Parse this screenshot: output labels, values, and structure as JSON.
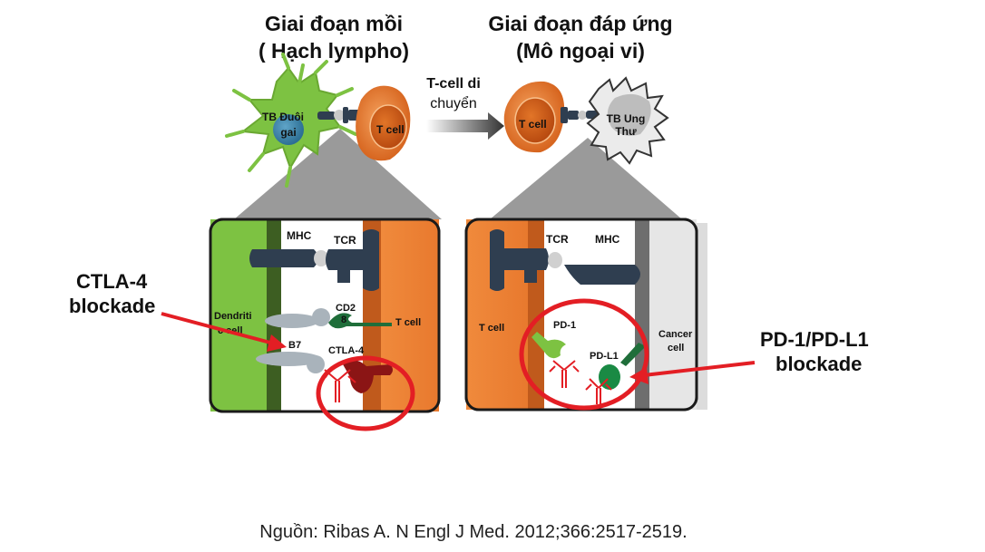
{
  "titles": {
    "priming_line1": "Giai đoạn mồi",
    "priming_line2": "( Hạch lympho)",
    "effector_line1": "Giai đoạn đáp ứng",
    "effector_line2": "(Mô ngoại vi)"
  },
  "top": {
    "dendritic_line1": "TB Đuôi",
    "dendritic_line2": "gai",
    "tcell_left": "T cell",
    "migrate_line1": "T-cell di",
    "migrate_line2": "chuyển",
    "tcell_right": "T cell",
    "tumor_line1": "TB Ung",
    "tumor_line2": "Thư"
  },
  "left_panel": {
    "mhc": "MHC",
    "tcr": "TCR",
    "dendritic_line1": "Dendriti",
    "dendritic_line2": "c cell",
    "cd28_line1": "CD2",
    "cd28_line2": "8",
    "tcell": "T cell",
    "b7": "B7",
    "ctla4": "CTLA-4"
  },
  "right_panel": {
    "tcr": "TCR",
    "mhc": "MHC",
    "tcell": "T cell",
    "pd1": "PD-1",
    "pdl1": "PD-L1",
    "cancer_line1": "Cancer",
    "cancer_line2": "cell"
  },
  "callouts": {
    "ctla4_line1": "CTLA-4",
    "ctla4_line2": "blockade",
    "pd1_line1": "PD-1/PD-L1",
    "pd1_line2": "blockade"
  },
  "source": "Nguồn: Ribas A. N Engl J Med. 2012;366:2517-2519.",
  "colors": {
    "dendritic_green": "#7dc242",
    "tcell_orange": "#e8792e",
    "blockade_red": "#e31e24",
    "roof_gray": "#9a9a9a",
    "receptor_navy": "#2f3e50"
  }
}
